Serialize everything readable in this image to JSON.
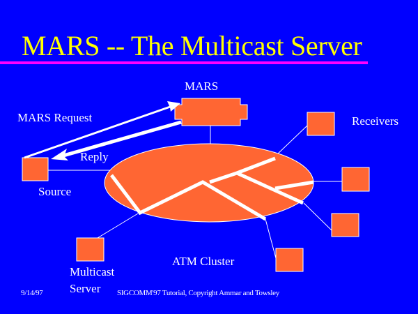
{
  "slide": {
    "title": "MARS -- The Multicast Server",
    "colors": {
      "background": "#0000ff",
      "title": "#ffff00",
      "rule": "#ff00ff",
      "node_fill": "#ff6633",
      "line": "#ffffff"
    },
    "labels": {
      "mars": "MARS",
      "mars_request": "MARS Request",
      "reply": "Reply",
      "source": "Source",
      "receivers": "Receivers",
      "atm_cluster": "ATM Cluster",
      "multicast_server_line1": "Multicast",
      "multicast_server_line2": "Server"
    },
    "footer": {
      "date": "9/14/97",
      "copyright": "SIGCOMM'97 Tutorial, Copyright Ammar and Towsley"
    }
  }
}
